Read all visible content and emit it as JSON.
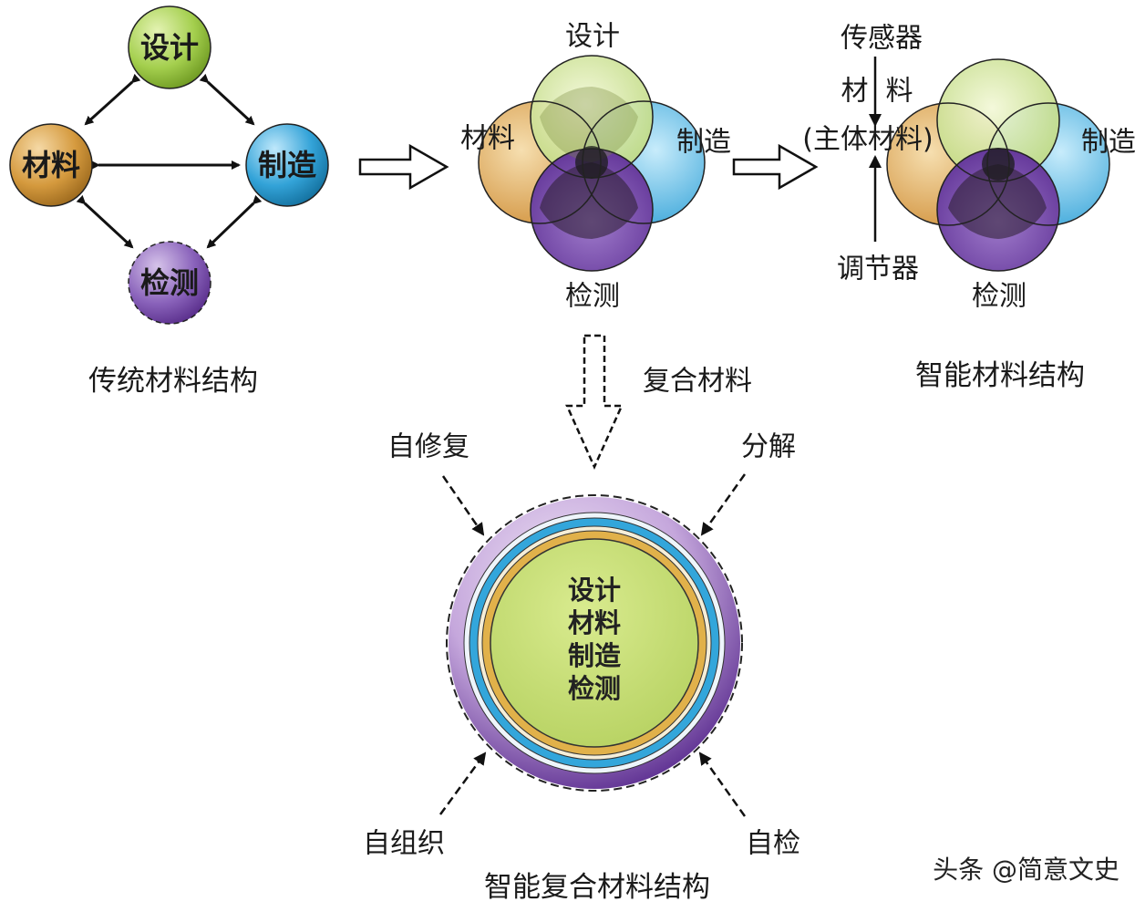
{
  "colors": {
    "green": "#a4cf4e",
    "orange": "#d59a3e",
    "blue": "#33a3d8",
    "purple": "#6b3fa0",
    "core_green": "#c4dc72"
  },
  "traditional": {
    "design": "设计",
    "material": "材料",
    "manufacture": "制造",
    "inspection": "检测",
    "caption": "传统材料结构"
  },
  "composite": {
    "design": "设计",
    "material": "材料",
    "manufacture": "制造",
    "inspection": "检测",
    "flow_label": "复合材料"
  },
  "smart": {
    "sensor": "传感器",
    "material_line1": "材  料",
    "material_line2": "(主体材料)",
    "regulator": "调节器",
    "manufacture": "制造",
    "inspection": "检测",
    "caption": "智能材料结构"
  },
  "smart_composite": {
    "self_repair": "自修复",
    "decompose": "分解",
    "self_organize": "自组织",
    "self_inspect": "自检",
    "core_lines": [
      "设计",
      "材料",
      "制造",
      "检测"
    ],
    "caption": "智能复合材料结构"
  },
  "watermark": "头条 @简意文史"
}
